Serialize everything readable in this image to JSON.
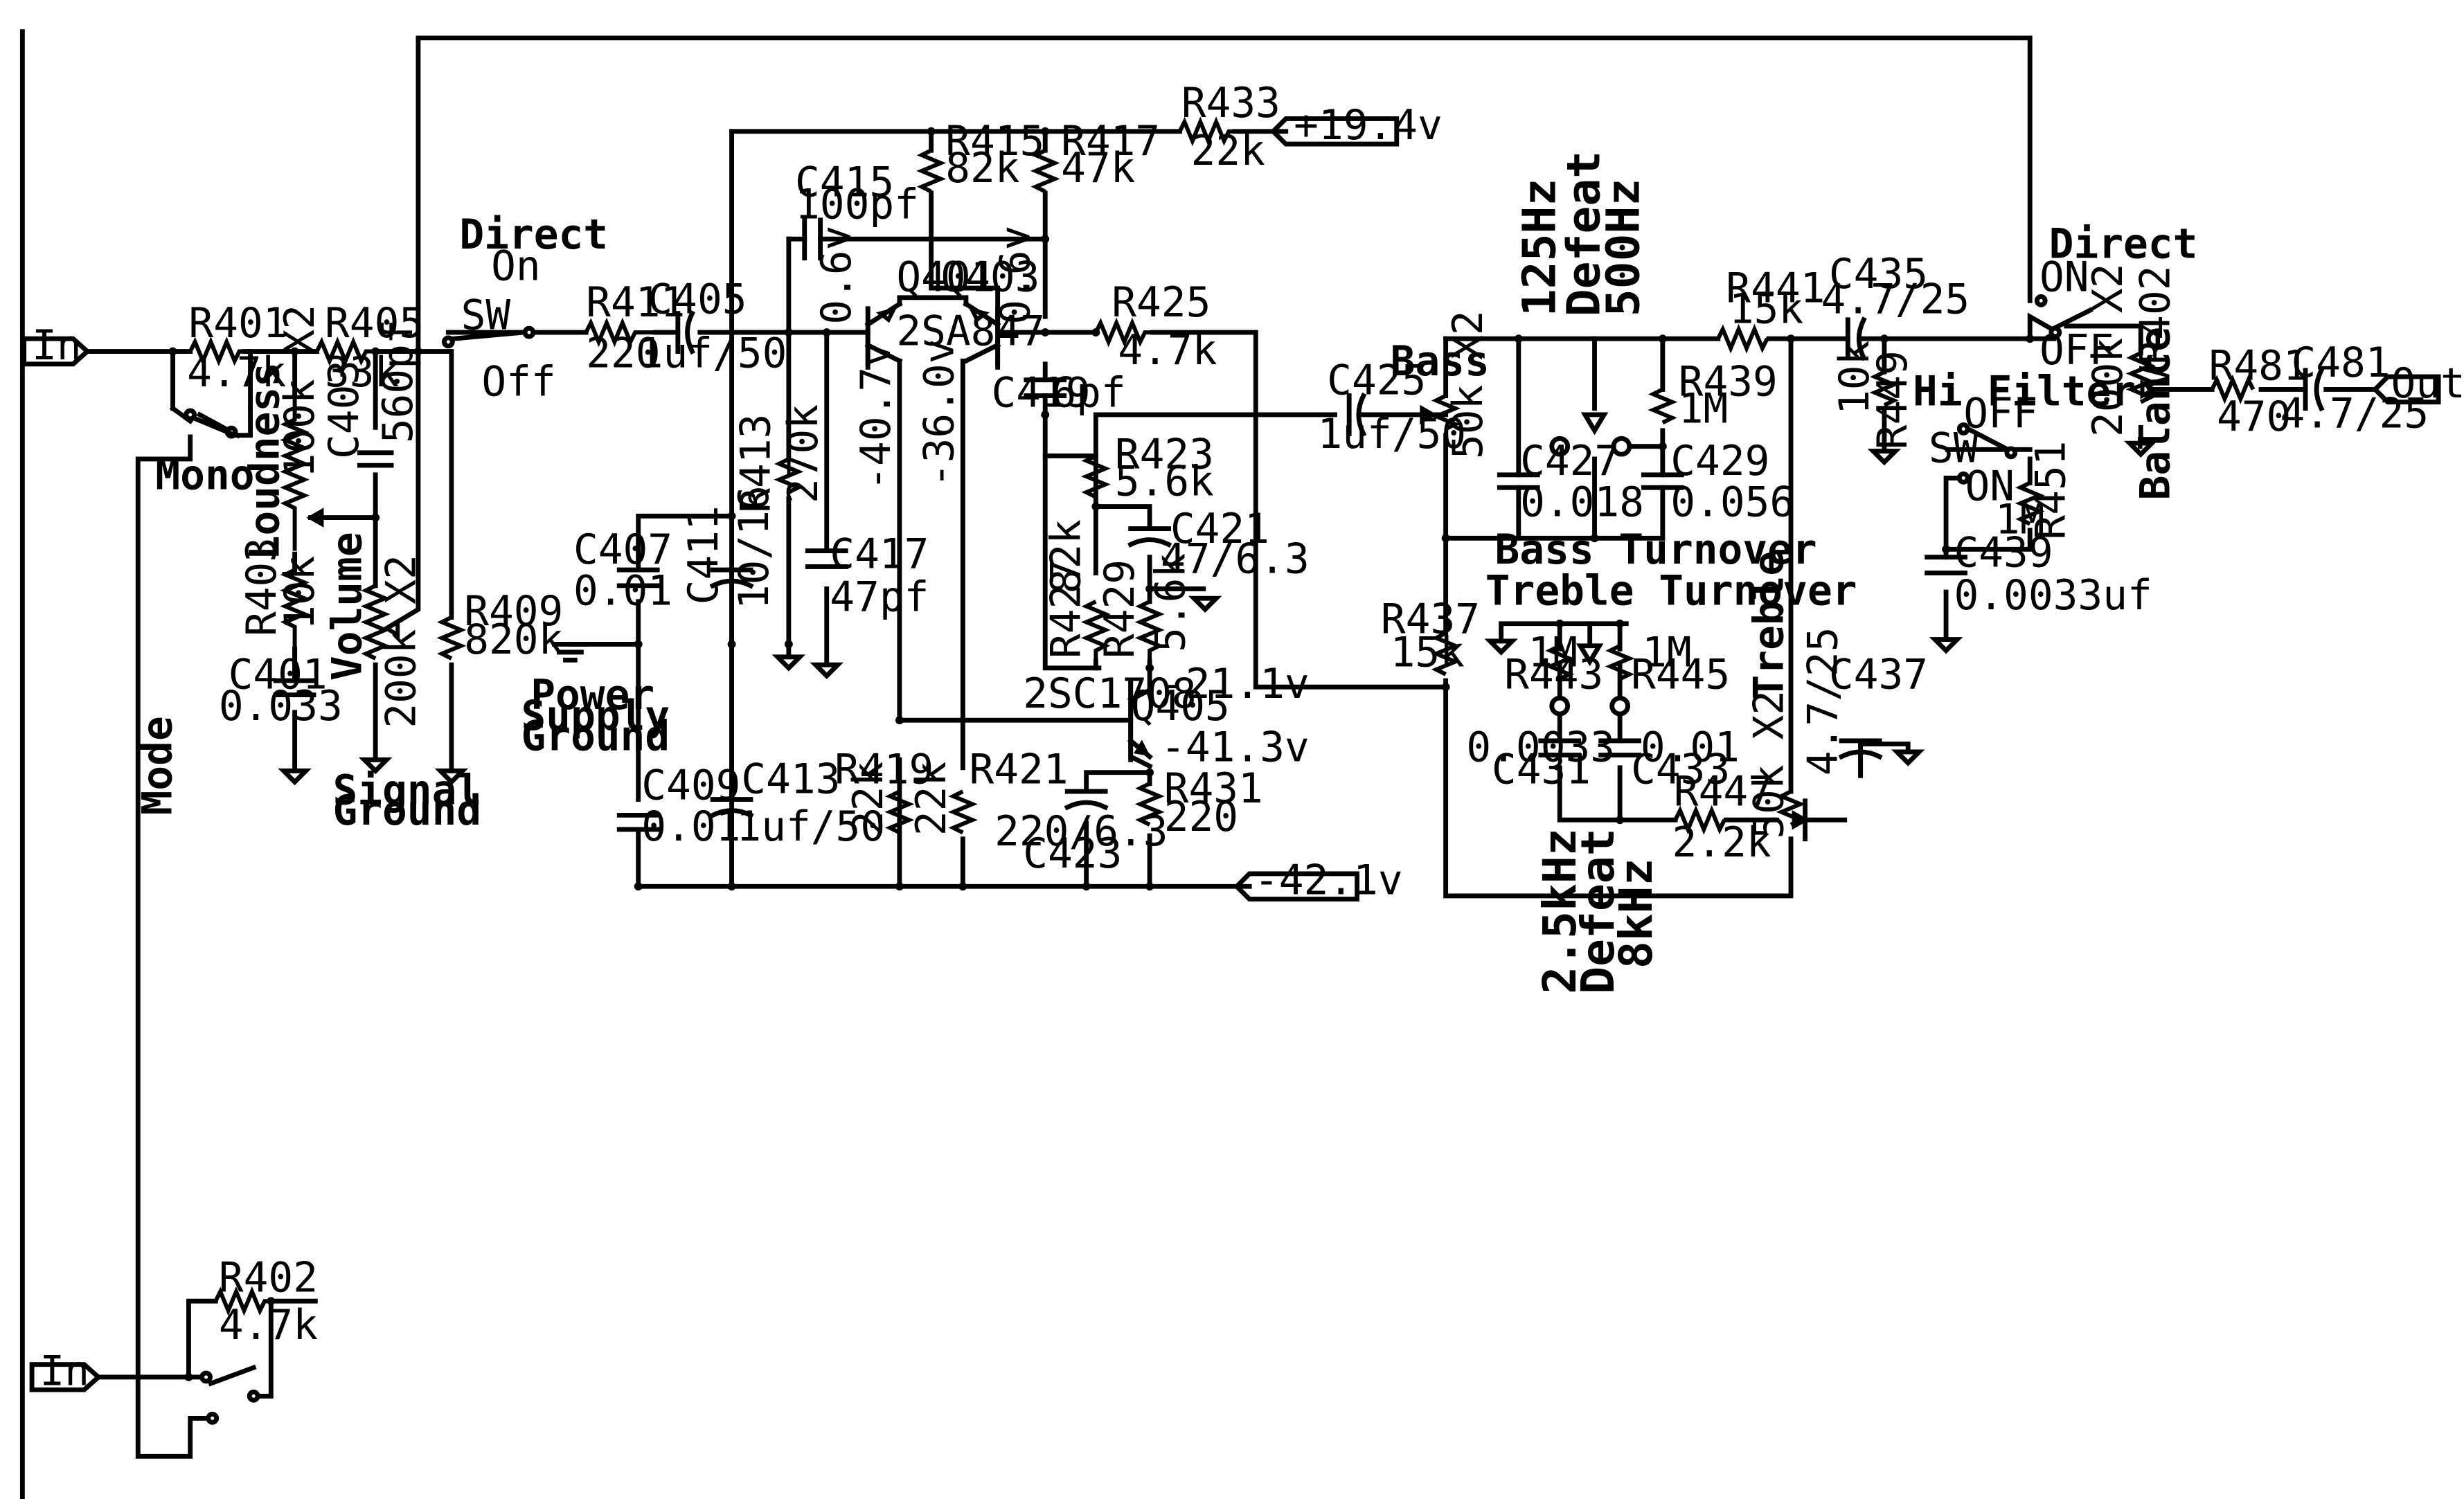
{
  "title": "",
  "ports": {
    "in_a": "In",
    "in_b": "In",
    "out": "Out",
    "v_pos": "+19.4v",
    "v_neg": "-42.1v"
  },
  "switches": {
    "mono": "Mono",
    "mode": "Mode",
    "direct_left": "Direct",
    "direct_left_on": "On",
    "direct_left_sw": "SW",
    "direct_left_off": "Off",
    "direct_right": "Direct",
    "direct_right_on": "ON",
    "direct_right_off": "OFF",
    "hi_filter": "Hi Filter",
    "hi_filter_off": "OFF",
    "hi_filter_sw": "SW",
    "hi_filter_on": "ON"
  },
  "controls": {
    "loudness": "Loudness",
    "volume": "Volume",
    "bass": "Bass",
    "treble": "Treble",
    "balance": "Balance",
    "bass_turnover": "Bass Turnover",
    "treble_turnover": "Treble Turnover",
    "bass_sw_a": "125Hz",
    "bass_sw_b": "Defeat",
    "bass_sw_c": "500Hz",
    "treble_sw_a": "2.5kHz",
    "treble_sw_b": "Defeat",
    "treble_sw_c": "8kHz"
  },
  "grounds": {
    "signal_1": "Signal",
    "signal_2": "Ground",
    "psu_1": "Power",
    "psu_2": "Supply",
    "psu_3": "Ground"
  },
  "resistors": {
    "R401": {
      "ref": "R401",
      "val": "4.7k"
    },
    "R402": {
      "ref": "R402",
      "val": "4.7k"
    },
    "R403": {
      "ref": "R403",
      "val": "10k"
    },
    "R405": {
      "ref": "R405",
      "val": "33k"
    },
    "R409": {
      "ref": "R409",
      "val": "820k"
    },
    "R411": {
      "ref": "R411",
      "val": "220"
    },
    "R413": {
      "ref": "R413",
      "val": "270k"
    },
    "R415": {
      "ref": "R415",
      "val": "82k"
    },
    "R417": {
      "ref": "R417",
      "val": "47k"
    },
    "R419": {
      "ref": "R419",
      "val": "22k"
    },
    "R421": {
      "ref": "R421",
      "val": "22k"
    },
    "R423": {
      "ref": "R423",
      "val": "5.6k"
    },
    "R425": {
      "ref": "R425",
      "val": "4.7k"
    },
    "R427": {
      "ref": "R427",
      "val": "82k"
    },
    "R429": {
      "ref": "R429",
      "val": "5.6k"
    },
    "R431": {
      "ref": "R431",
      "val": "220"
    },
    "R433": {
      "ref": "R433",
      "val": "22k"
    },
    "R437": {
      "ref": "R437",
      "val": "15k"
    },
    "R439": {
      "ref": "R439",
      "val": "1M"
    },
    "R441": {
      "ref": "R441",
      "val": "15k"
    },
    "R443": {
      "ref": "R443",
      "val": "1M"
    },
    "R445": {
      "ref": "R445",
      "val": "1M"
    },
    "R447": {
      "ref": "R447",
      "val": "2.2k"
    },
    "R449": {
      "ref": "R449",
      "val": "10k"
    },
    "R451": {
      "ref": "R451",
      "val": "1M"
    },
    "R481": {
      "ref": "R481",
      "val": "470"
    }
  },
  "pots": {
    "loudness": "100k X2",
    "volume": "200k X2",
    "bass": "50k X2",
    "treble": "50k X2",
    "balance": "200k X2",
    "balance_ref": "VR402"
  },
  "capacitors": {
    "C401": {
      "ref": "C401",
      "val": "0.033"
    },
    "C403": {
      "ref": "C403",
      "val": "560pf"
    },
    "C405": {
      "ref": "C405",
      "val": "1uf/50"
    },
    "C407": {
      "ref": "C407",
      "val": "0.01"
    },
    "C409": {
      "ref": "C409",
      "val": "0.01"
    },
    "C411": {
      "ref": "C411",
      "val": "10/16"
    },
    "C413": {
      "ref": "C413",
      "val": "1uf/50"
    },
    "C415": {
      "ref": "C415",
      "val": "100pf"
    },
    "C417": {
      "ref": "C417",
      "val": "47pf"
    },
    "C419": {
      "ref": "C419",
      "val": "6pf"
    },
    "C421": {
      "ref": "C421",
      "val": "47/6.3"
    },
    "C423": {
      "ref": "C423",
      "val": "220/6.3"
    },
    "C425": {
      "ref": "C425",
      "val": "1uf/50"
    },
    "C427": {
      "ref": "C427",
      "val": "0.018"
    },
    "C429": {
      "ref": "C429",
      "val": "0.056"
    },
    "C431": {
      "ref": "C431",
      "val": "0.0033"
    },
    "C433": {
      "ref": "C433",
      "val": "0.01"
    },
    "C435": {
      "ref": "C435",
      "val": "4.7/25"
    },
    "C437": {
      "ref": "C437",
      "val": "4.7/25"
    },
    "C439": {
      "ref": "C439",
      "val": "0.0033uf"
    },
    "C481": {
      "ref": "C481",
      "val": "4.7/25"
    }
  },
  "transistors": {
    "Q401": "Q401",
    "Q403": "Q403",
    "pair_part": "2SA847",
    "Q405": "Q405",
    "Q405_part": "2SC1708"
  },
  "voltages": {
    "v_q401_base": "0.6v",
    "v_q403_base": "0.6v",
    "v_q401_col": "-40.7v",
    "v_q403_col": "-36.0v",
    "v_q405_base": "-21.1v",
    "v_q405_emit": "-41.3v"
  }
}
